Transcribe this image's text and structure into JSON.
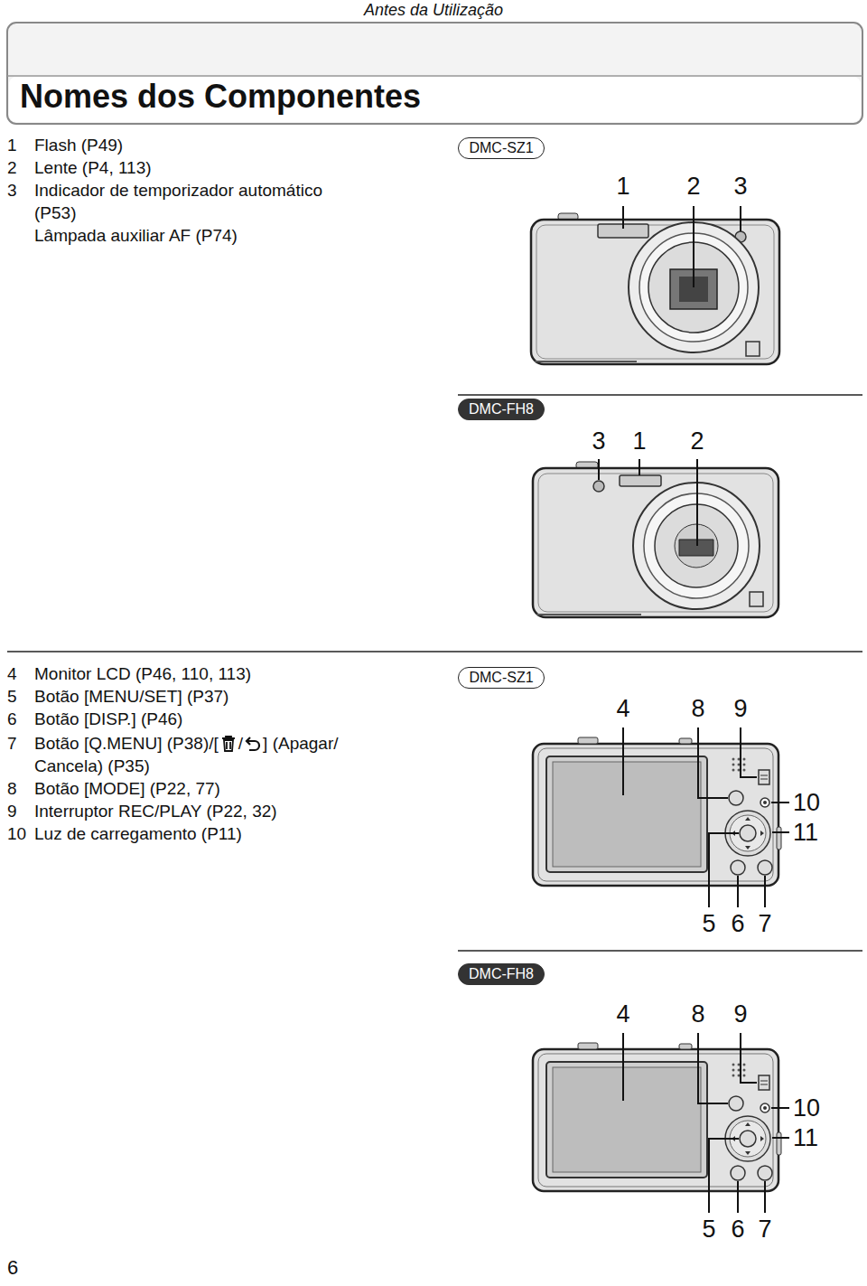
{
  "diagram": {
    "title": "Nomes dos Componentes",
    "nodes": [
      {
        "text": [
          "DMC-SZ1"
        ]
      },
      {
        "text": [
          "DMC-FH8"
        ]
      },
      {
        "text": [
          "DMC-SZ1"
        ]
      },
      {
        "text": [
          "DMC-FH8"
        ]
      }
    ],
    "labels": [
      "Antes da Utilização",
      "1",
      "Flash (P49)",
      "2",
      "Lente (P4, 113)",
      "3",
      "Indicador de temporizador automático (P53)",
      "Lâmpada auxiliar AF (P74)",
      "1",
      "2",
      "3",
      "3",
      "1",
      "2",
      "4",
      "Monitor LCD (P46, 110, 113)",
      "5",
      "Botão [MENU/SET] (P37)",
      "6",
      "Botão [DISP.] (P46)",
      "7",
      "Botão [Q.MENU] (P38)/[",
      "/",
      "] (Apagar/",
      "Cancela) (P35)",
      "8",
      "Botão [MODE] (P22, 77)",
      "9",
      "Interruptor REC/PLAY (P22, 32)",
      "10",
      "Luz de carregamento (P11)",
      "4",
      "8",
      "9",
      "10",
      "11",
      "5",
      "6",
      "7",
      "4",
      "8",
      "9",
      "10",
      "11",
      "5",
      "6",
      "7",
      "6"
    ]
  }
}
